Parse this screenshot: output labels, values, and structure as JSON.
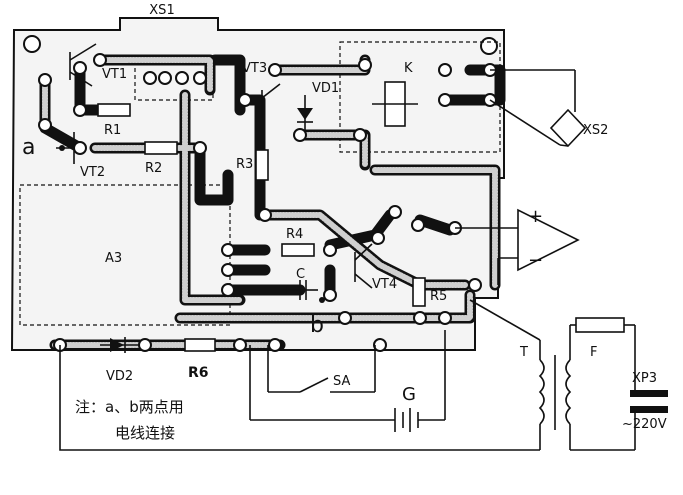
{
  "labels": {
    "xs1": "XS1",
    "vt1": "VT1",
    "vt2": "VT2",
    "vt3": "VT3",
    "vt4": "VT4",
    "vd1": "VD1",
    "vd2": "VD2",
    "k": "K",
    "xs2": "XS2",
    "r1": "R1",
    "r2": "R2",
    "r3": "R3",
    "r4": "R4",
    "r5": "R5",
    "r6": "R6",
    "c": "C",
    "c_plus": "+",
    "a": "a",
    "b": "b",
    "a3": "A3",
    "sa": "SA",
    "g": "G",
    "t": "T",
    "f": "F",
    "xp3": "XP3",
    "v220": "~220V",
    "plus": "+",
    "minus": "−"
  },
  "note": {
    "line1": "注：a、b两点用",
    "line2": "电线连接"
  }
}
